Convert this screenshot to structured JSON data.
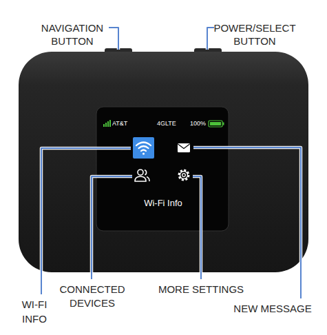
{
  "diagram": {
    "labels": [
      "NAVIGATION BUTTON",
      "POWER/SELECT BUTTON",
      "AT&T",
      "4GLTE",
      "100%",
      "Wi-Fi Info",
      "WI-FI INFO",
      "CONNECTED DEVICES",
      "MORE SETTINGS",
      "NEW MESSAGE"
    ]
  }
}
